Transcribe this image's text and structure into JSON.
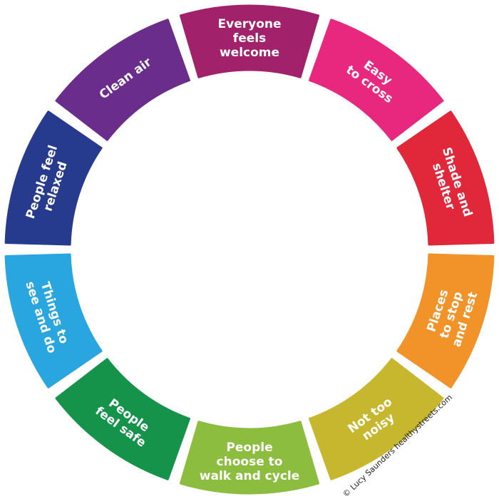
{
  "segments": [
    {
      "lines": [
        "Everyone",
        "feels",
        "welcome"
      ],
      "color": "#a1216b"
    },
    {
      "lines": [
        "Easy",
        "to cross"
      ],
      "color": "#e8287f"
    },
    {
      "lines": [
        "Shade and",
        "shelter"
      ],
      "color": "#e0283a"
    },
    {
      "lines": [
        "Places",
        "to stop",
        "and rest"
      ],
      "color": "#f2932a"
    },
    {
      "lines": [
        "Not too",
        "noisy"
      ],
      "color": "#c6b72e"
    },
    {
      "lines": [
        "People",
        "choose to",
        "walk and cycle"
      ],
      "color": "#8cbd3f"
    },
    {
      "lines": [
        "People",
        "feel safe"
      ],
      "color": "#16934a"
    },
    {
      "lines": [
        "Things to",
        "see and do"
      ],
      "color": "#29a6df"
    },
    {
      "lines": [
        "People feel",
        "relaxed"
      ],
      "color": "#263b8e"
    },
    {
      "lines": [
        "Clean air"
      ],
      "color": "#6b2d8b"
    }
  ],
  "credit": "© Lucy Saunders   healthystreets.com"
}
